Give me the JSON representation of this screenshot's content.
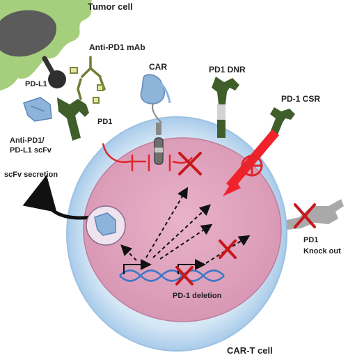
{
  "labels": {
    "tumor_cell": "Tumor cell",
    "anti_pd1_mab": "Anti-PD1 mAb",
    "car": "CAR",
    "pd1_dnr": "PD1 DNR",
    "pd1_csr": "PD-1 CSR",
    "pd_l1": "PD-L1",
    "pd1": "PD1",
    "scfv_line1": "Anti-PD1/",
    "scfv_line2": "PD-L1 scFv",
    "scfv_secretion": "scFv secretion",
    "pd1_ko_line1": "PD1",
    "pd1_ko_line2": "Knock out",
    "pd1_deletion": "PD-1 deletion",
    "car_t_cell": "CAR-T cell"
  },
  "colors": {
    "tumor_green": "#a5cf7c",
    "tumor_nucleus": "#5a5a5a",
    "membrane_blue": "#bcd9ee",
    "membrane_edge": "#8fb9dd",
    "cytoplasm_pink": "#e6a6c0",
    "nucleus_pink": "#c98aa8",
    "receptor_green": "#3f5e2a",
    "antibody_olive": "#77853d",
    "scfv_blue": "#8fb4da",
    "inhibit_red": "#e0262a",
    "csr_red": "#f0232c",
    "ko_grey": "#a9a9a9",
    "dna_blue": "#3f78c4"
  },
  "icons": [
    "pd-l1-ligand-icon",
    "anti-pd1-antibody-icon",
    "car-receptor-icon",
    "pd1-dnr-icon",
    "pd1-csr-icon",
    "pd1-knockout-icon",
    "scfv-fragment-icon",
    "dna-helix-icon",
    "red-x-icon",
    "plus-circle-icon",
    "curved-arrow-icon"
  ]
}
